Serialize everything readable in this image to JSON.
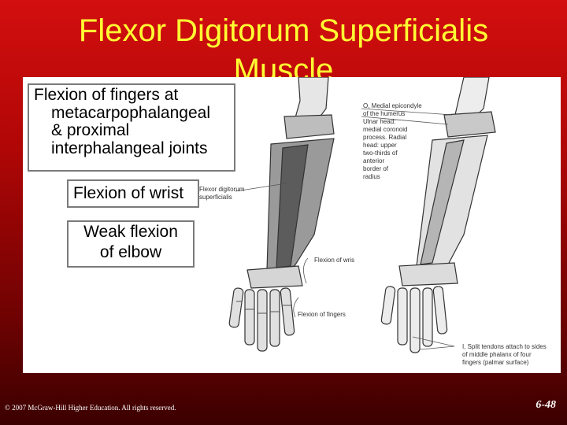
{
  "slide": {
    "title_line1": "Flexor Digitorum Superficialis",
    "title_line2": "Muscle",
    "footer": "© 2007 McGraw-Hill Higher Education. All rights reserved.",
    "page_number": "6-48"
  },
  "callouts": {
    "fingers_line1": "Flexion of fingers at",
    "fingers_line2": "metacarpophalangeal",
    "fingers_line3": "& proximal",
    "fingers_line4": "interphalangeal joints",
    "wrist": "Flexion of wrist",
    "elbow_line1": "Weak flexion",
    "elbow_line2": "of elbow"
  },
  "figure_labels": {
    "muscle_line1": "Flexor digitorum",
    "muscle_line2": "superficialis",
    "flexion_wrist": "Flexion of wris",
    "flexion_fingers": "Flexion of fingers",
    "origin_lines": [
      "O, Medial epicondyle",
      "of the humerus",
      "Ulnar head:",
      "medial coronoid",
      "process. Radial",
      "head: upper",
      "two-thirds of",
      "anterior",
      "border of",
      "radius"
    ],
    "insertion_lines": [
      "I, Split tendons attach to sides",
      "of middle phalanx of four",
      "fingers (palmar surface)"
    ]
  }
}
